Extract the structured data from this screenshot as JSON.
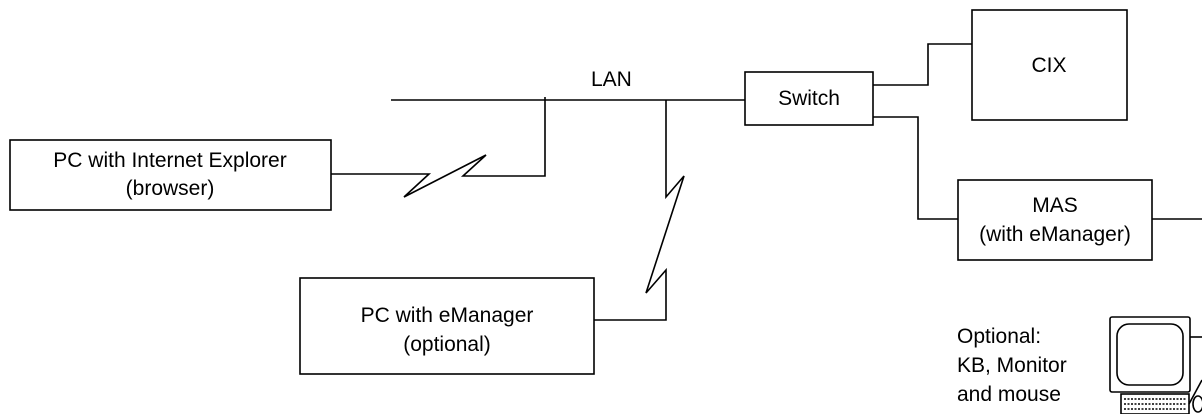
{
  "nodes": {
    "pc_browser": {
      "line1": "PC with Internet Explorer",
      "line2": "(browser)"
    },
    "pc_emanager": {
      "line1": "PC with eManager",
      "line2": "(optional)"
    },
    "switch": {
      "label": "Switch"
    },
    "cix": {
      "label": "CIX"
    },
    "mas": {
      "line1": "MAS",
      "line2": "(with eManager)"
    }
  },
  "lan": {
    "label": "LAN"
  },
  "optional_peripherals": {
    "line1": "Optional:",
    "line2": "KB, Monitor",
    "line3": "and mouse"
  },
  "icons": [
    "monitor-icon",
    "keyboard-icon",
    "mouse-icon"
  ]
}
